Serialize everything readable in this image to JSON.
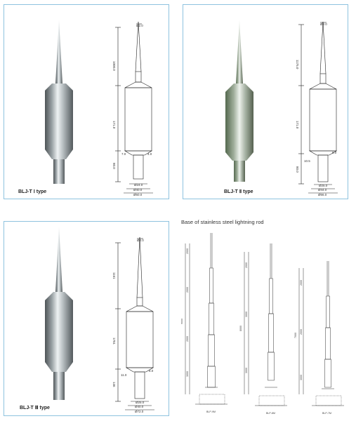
{
  "panels": [
    {
      "caption": "BLJ-T Ⅰ type",
      "dims": {
        "top": "Ø2.0",
        "tip_len": "1000.0",
        "body_len": "171.0",
        "base_len": "80.0",
        "shoulder": "7.0",
        "step": "4.0",
        "d_inner": "Ø24.0",
        "d_mid": "Ø40.0",
        "d_outer": "Ø60.0"
      }
    },
    {
      "caption": "BLJ-T Ⅱ type",
      "dims": {
        "top": "Ø2.0",
        "tip_len": "1175.0",
        "body_len": "171.0",
        "base_len": "80.0",
        "shoulder": "10.5",
        "step": "6.0",
        "d_inner": "Ø25.0",
        "d_mid": "Ø44.0",
        "d_outer": "Ø66.0"
      }
    },
    {
      "caption": "BLJ-T Ⅲ type",
      "dims": {
        "top": "Ø2.0",
        "tip_len": "1161",
        "body_len": "1751",
        "base_len": "146",
        "shoulder": "11.0",
        "step": "8.0",
        "d_inner": "Ø25.0",
        "d_mid": "Ø40.0",
        "d_outer": "Ø72.0"
      }
    }
  ],
  "base_section": {
    "title": "Base of stainless steel lightning rod",
    "rods": [
      {
        "label": "BLP-9M",
        "total": "9000",
        "segments": [
          "2000",
          "2000",
          "2000",
          "3000"
        ]
      },
      {
        "label": "BLP-8M",
        "total": "8000",
        "segments": [
          "2000",
          "3000",
          "3000"
        ]
      },
      {
        "label": "BLP-7M",
        "total": "7000",
        "segments": [
          "2000",
          "2000",
          "3000"
        ]
      }
    ]
  },
  "colors": {
    "border": "#8ec3df",
    "metal_dark": "#5f6568",
    "metal_light": "#e9eef0"
  }
}
